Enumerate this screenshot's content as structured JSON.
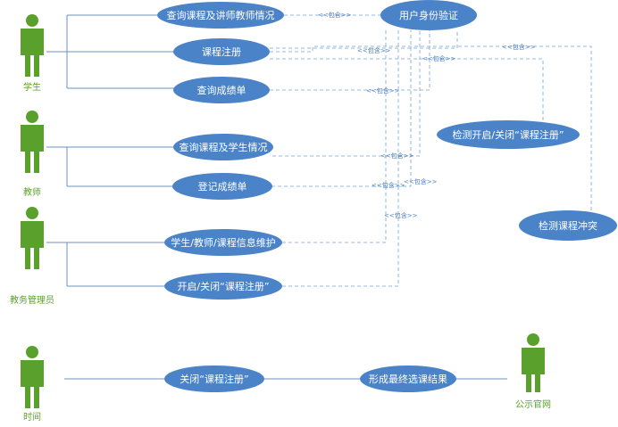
{
  "actors": [
    {
      "id": "student",
      "label": "学生"
    },
    {
      "id": "teacher",
      "label": "教师"
    },
    {
      "id": "admin",
      "label": "教务管理员"
    },
    {
      "id": "time",
      "label": "时间"
    },
    {
      "id": "public-site",
      "label": "公示官网"
    }
  ],
  "usecases": [
    {
      "id": "query-course-teacher",
      "label": "查询课程及讲师教师情况"
    },
    {
      "id": "auth",
      "label": "用户身份验证"
    },
    {
      "id": "course-register",
      "label": "课程注册"
    },
    {
      "id": "query-grades",
      "label": "查询成绩单"
    },
    {
      "id": "check-open-close",
      "label": "检测开启/关闭“课程注册”"
    },
    {
      "id": "query-course-student",
      "label": "查询课程及学生情况"
    },
    {
      "id": "record-grades",
      "label": "登记成绩单"
    },
    {
      "id": "check-conflict",
      "label": "检测课程冲突"
    },
    {
      "id": "maintain-info",
      "label": "学生/教师/课程信息维护"
    },
    {
      "id": "open-close-register",
      "label": "开启/关闭“课程注册”"
    },
    {
      "id": "close-register",
      "label": "关闭“课程注册”"
    },
    {
      "id": "final-result",
      "label": "形成最终选课结果"
    }
  ],
  "include_label": "<<包含>>",
  "colors": {
    "usecase": "#4a83c7",
    "actor": "#5aa02c",
    "line": "#6d8fc6",
    "dash": "#7aa3d6"
  }
}
